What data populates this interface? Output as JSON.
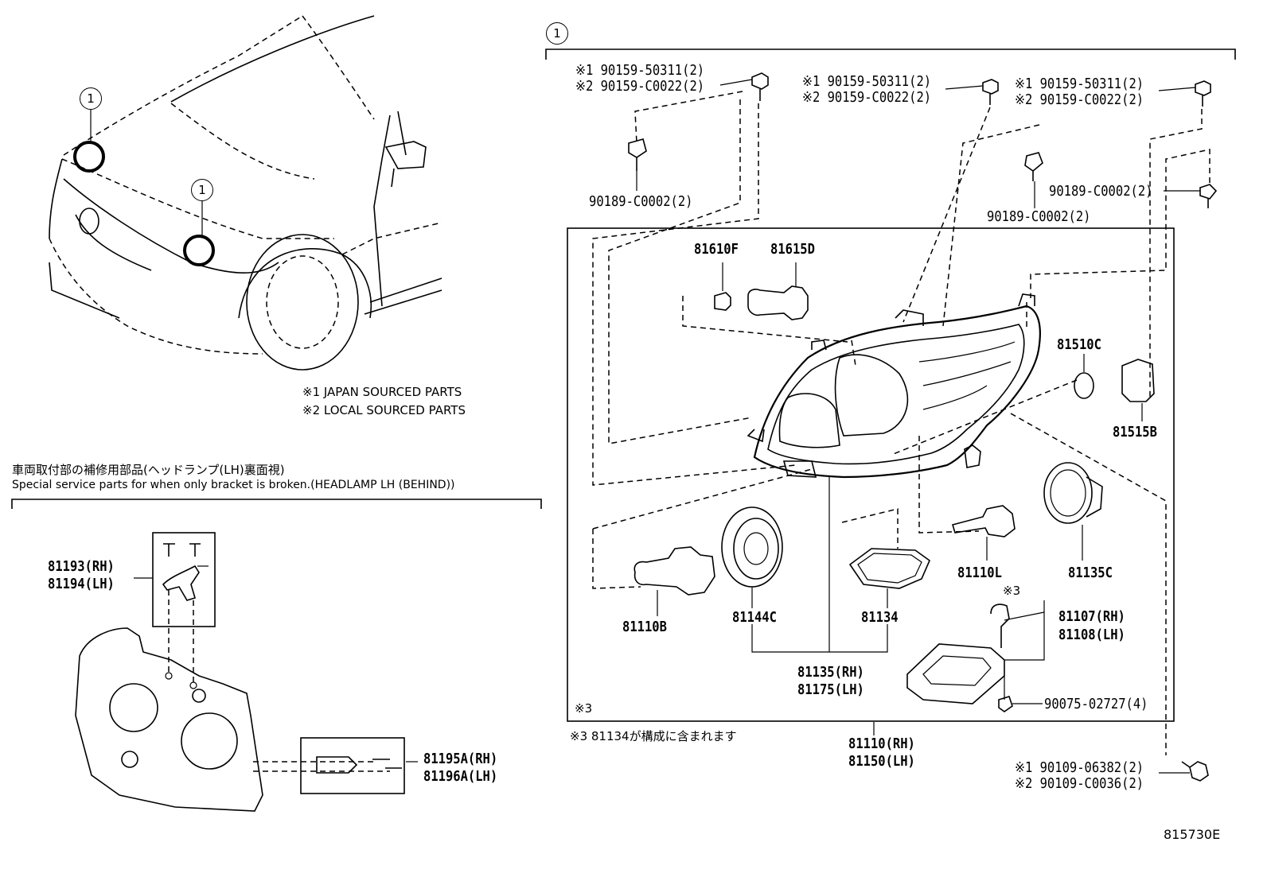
{
  "callout_marker": "1",
  "legend": {
    "note1": "※1 JAPAN SOURCED PARTS",
    "note2": "※2 LOCAL SOURCED PARTS"
  },
  "special_service": {
    "title_jp": "車両取付部の補修用部品(ヘッドランプ(LH)裏面視)",
    "title_en": "Special service parts for when only bracket is broken.(HEADLAMP LH (BEHIND))"
  },
  "bracket_parts": {
    "p81193": "81193(RH)",
    "p81194": "81194(LH)",
    "p81195": "81195A(RH)",
    "p81196": "81196A(LH)"
  },
  "fasteners": {
    "top_left_1": "※1 90159-50311(2)",
    "top_left_2": "※2 90159-C0022(2)",
    "top_mid_1": "※1 90159-50311(2)",
    "top_mid_2": "※2 90159-C0022(2)",
    "top_right_1": "※1 90159-50311(2)",
    "top_right_2": "※2 90159-C0022(2)",
    "clip_left": "90189-C0002(2)",
    "clip_mid": "90189-C0002(2)",
    "clip_right": "90189-C0002(2)",
    "screw_ballast": "90075-02727(4)",
    "bottom_1": "※1 90109-06382(2)",
    "bottom_2": "※2 90109-C0036(2)"
  },
  "parts": {
    "p81610F": "81610F",
    "p81615D": "81615D",
    "p81510C": "81510C",
    "p81515B": "81515B",
    "p81110B": "81110B",
    "p81144C": "81144C",
    "p81134": "81134",
    "p81110L": "81110L",
    "p81135C": "81135C",
    "p81107": "81107(RH)",
    "p81108": "81108(LH)",
    "p81135": "81135(RH)",
    "p81175": "81175(LH)",
    "p81110": "81110(RH)",
    "p81150": "81150(LH)"
  },
  "box_notes": {
    "mark3_corner": "※3",
    "mark3_ballast": "※3",
    "mark3_note": "※3 81134が構成に含まれます"
  },
  "figure_id": "815730E"
}
